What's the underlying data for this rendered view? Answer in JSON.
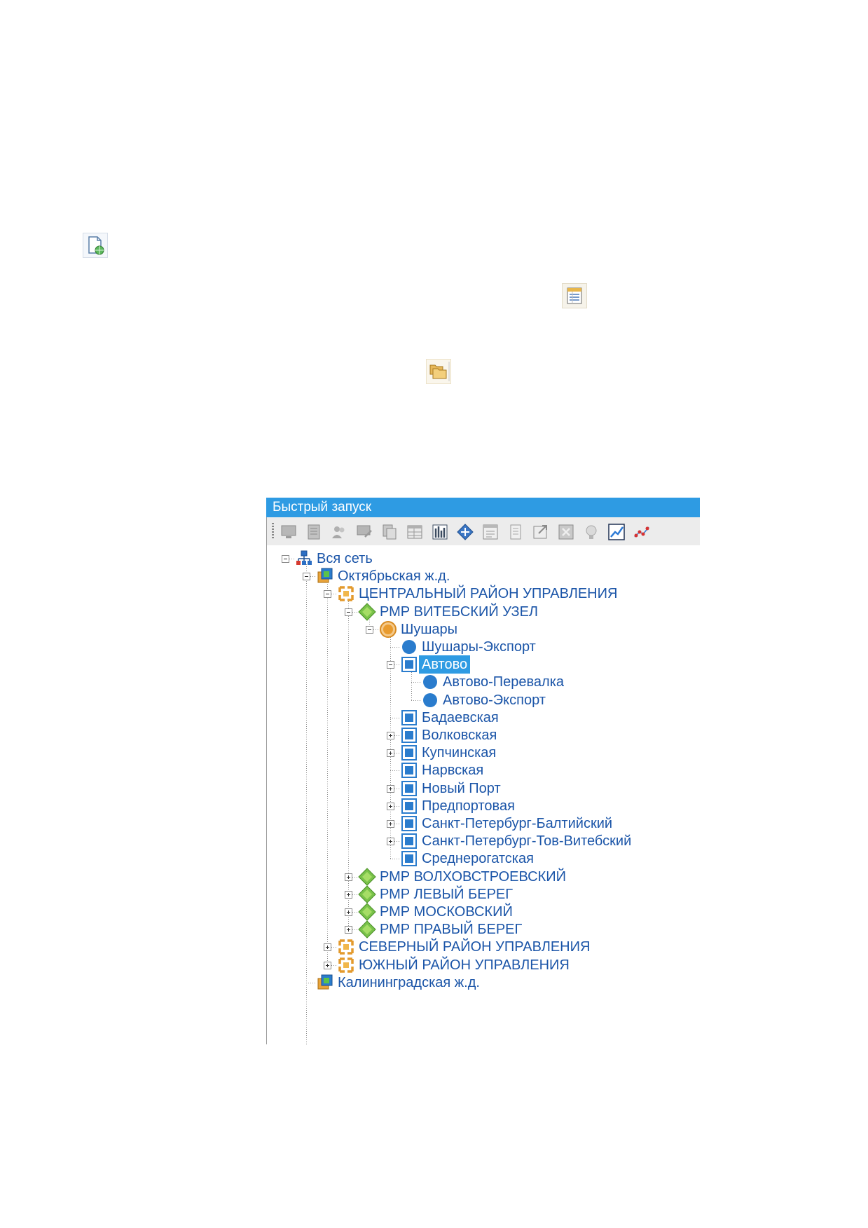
{
  "colors": {
    "title_bar": "#2e9be3",
    "tree_text": "#1b55a8",
    "selection": "#2e9be3",
    "toolbar_bg": "#ececec"
  },
  "floating_icons": [
    {
      "name": "document-globe-icon"
    },
    {
      "name": "table-list-icon"
    },
    {
      "name": "folders-icon"
    }
  ],
  "panel": {
    "title": "Быстрый запуск",
    "toolbar": [
      "monitor-icon",
      "server-icon",
      "users-icon",
      "monitor-edit-icon",
      "copy-icon",
      "table-icon",
      "bar-chart-icon",
      "navigate-icon",
      "report-icon",
      "list-icon",
      "export-icon",
      "excel-icon",
      "bulb-icon",
      "line-chart-icon",
      "scatter-chart-icon"
    ],
    "tree": [
      {
        "label": "Вся сеть",
        "icon": "network-icon",
        "expander": "minus",
        "selected": false
      },
      {
        "label": "Октябрьская ж.д.",
        "icon": "railway-icon",
        "expander": "minus",
        "selected": false
      },
      {
        "label": "ЦЕНТРАЛЬНЫЙ РАЙОН УПРАВЛЕНИЯ",
        "icon": "district-icon",
        "expander": "minus",
        "selected": false
      },
      {
        "label": "РМР ВИТЕБСКИЙ УЗЕЛ",
        "icon": "rmr-diamond-icon",
        "expander": "minus",
        "selected": false
      },
      {
        "label": "Шушары",
        "icon": "hub-station-icon",
        "expander": "minus",
        "selected": false
      },
      {
        "label": "Шушары-Экспорт",
        "icon": "point-icon",
        "expander": "none",
        "selected": false
      },
      {
        "label": "Автово",
        "icon": "station-icon",
        "expander": "minus",
        "selected": true
      },
      {
        "label": "Автово-Перевалка",
        "icon": "point-icon",
        "expander": "none",
        "selected": false
      },
      {
        "label": "Автово-Экспорт",
        "icon": "point-icon",
        "expander": "none",
        "selected": false
      },
      {
        "label": "Бадаевская",
        "icon": "station-icon",
        "expander": "none",
        "selected": false
      },
      {
        "label": "Волковская",
        "icon": "station-icon",
        "expander": "plus",
        "selected": false
      },
      {
        "label": "Купчинская",
        "icon": "station-icon",
        "expander": "plus",
        "selected": false
      },
      {
        "label": "Нарвская",
        "icon": "station-icon",
        "expander": "none",
        "selected": false
      },
      {
        "label": "Новый Порт",
        "icon": "station-icon",
        "expander": "plus",
        "selected": false
      },
      {
        "label": "Предпортовая",
        "icon": "station-icon",
        "expander": "plus",
        "selected": false
      },
      {
        "label": "Санкт-Петербург-Балтийский",
        "icon": "station-icon",
        "expander": "plus",
        "selected": false
      },
      {
        "label": "Санкт-Петербург-Тов-Витебский",
        "icon": "station-icon",
        "expander": "plus",
        "selected": false
      },
      {
        "label": "Среднерогатская",
        "icon": "station-icon",
        "expander": "none",
        "selected": false
      },
      {
        "label": "РМР ВОЛХОВСТРОЕВСКИЙ",
        "icon": "rmr-diamond-icon",
        "expander": "plus",
        "selected": false
      },
      {
        "label": "РМР ЛЕВЫЙ БЕРЕГ",
        "icon": "rmr-diamond-icon",
        "expander": "plus",
        "selected": false
      },
      {
        "label": "РМР МОСКОВСКИЙ",
        "icon": "rmr-diamond-icon",
        "expander": "plus",
        "selected": false
      },
      {
        "label": "РМР ПРАВЫЙ БЕРЕГ",
        "icon": "rmr-diamond-icon",
        "expander": "plus",
        "selected": false
      },
      {
        "label": "СЕВЕРНЫЙ РАЙОН УПРАВЛЕНИЯ",
        "icon": "district-icon",
        "expander": "plus",
        "selected": false
      },
      {
        "label": "ЮЖНЫЙ РАЙОН УПРАВЛЕНИЯ",
        "icon": "district-icon",
        "expander": "plus",
        "selected": false
      },
      {
        "label": "Калининградская ж.д.",
        "icon": "railway-icon",
        "expander": "none",
        "selected": false
      }
    ]
  }
}
